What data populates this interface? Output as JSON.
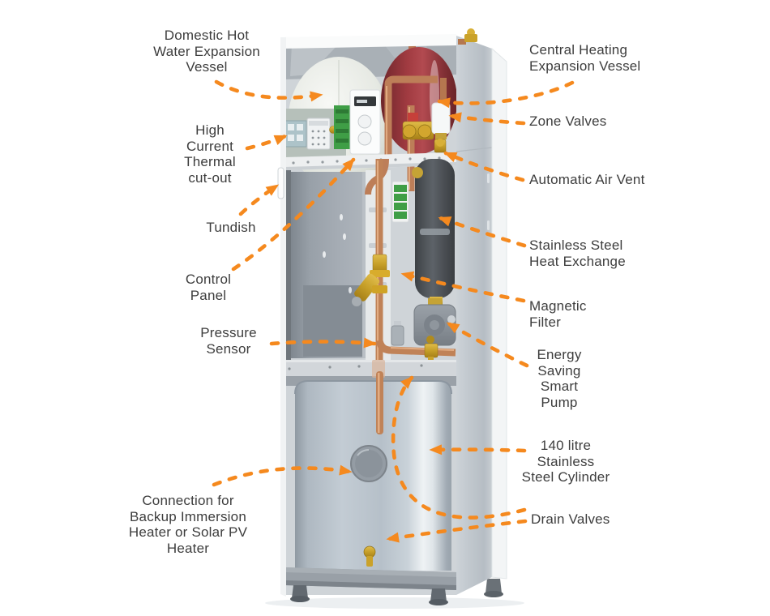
{
  "diagram": {
    "arrow_color": "#F5891E",
    "text_color": "#3D3D3D",
    "background_color": "#FFFFFF",
    "labels_left": [
      {
        "id": "dhw-expansion-vessel",
        "text": "Domestic Hot\nWater Expansion\nVessel"
      },
      {
        "id": "thermal-cutout",
        "text": "High\nCurrent\nThermal\ncut-out"
      },
      {
        "id": "tundish",
        "text": "Tundish"
      },
      {
        "id": "control-panel",
        "text": "Control\nPanel"
      },
      {
        "id": "pressure-sensor",
        "text": "Pressure\nSensor"
      },
      {
        "id": "immersion-connection",
        "text": "Connection for\nBackup Immersion\nHeater or Solar PV\nHeater"
      }
    ],
    "labels_right": [
      {
        "id": "ch-expansion-vessel",
        "text": "Central Heating\nExpansion Vessel"
      },
      {
        "id": "zone-valves",
        "text": "Zone Valves"
      },
      {
        "id": "automatic-air-vent",
        "text": "Automatic Air Vent"
      },
      {
        "id": "heat-exchange",
        "text": "Stainless Steel\nHeat Exchange"
      },
      {
        "id": "magnetic-filter",
        "text": "Magnetic\nFilter"
      },
      {
        "id": "smart-pump",
        "text": "Energy\nSaving\nSmart\nPump"
      },
      {
        "id": "cylinder-140l",
        "text": "140 litre\nStainless\nSteel Cylinder"
      },
      {
        "id": "drain-valves",
        "text": "Drain Valves"
      }
    ]
  }
}
